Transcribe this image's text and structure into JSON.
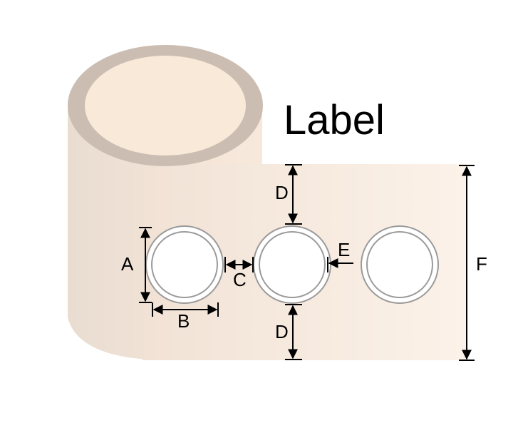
{
  "title": "Label",
  "dimensions": {
    "a": "A",
    "b": "B",
    "c": "C",
    "d_top": "D",
    "d_bottom": "D",
    "e": "E",
    "f": "F"
  },
  "colors": {
    "roll_core_ring": "#cbbdb1",
    "roll_core_inner": "#f8e9d8",
    "roll_body_left": "#ecdfd3",
    "roll_body_right": "#fbf0e4",
    "label_outline": "#9a9a9a",
    "label_fill": "#ffffff",
    "arrow": "#000000"
  }
}
